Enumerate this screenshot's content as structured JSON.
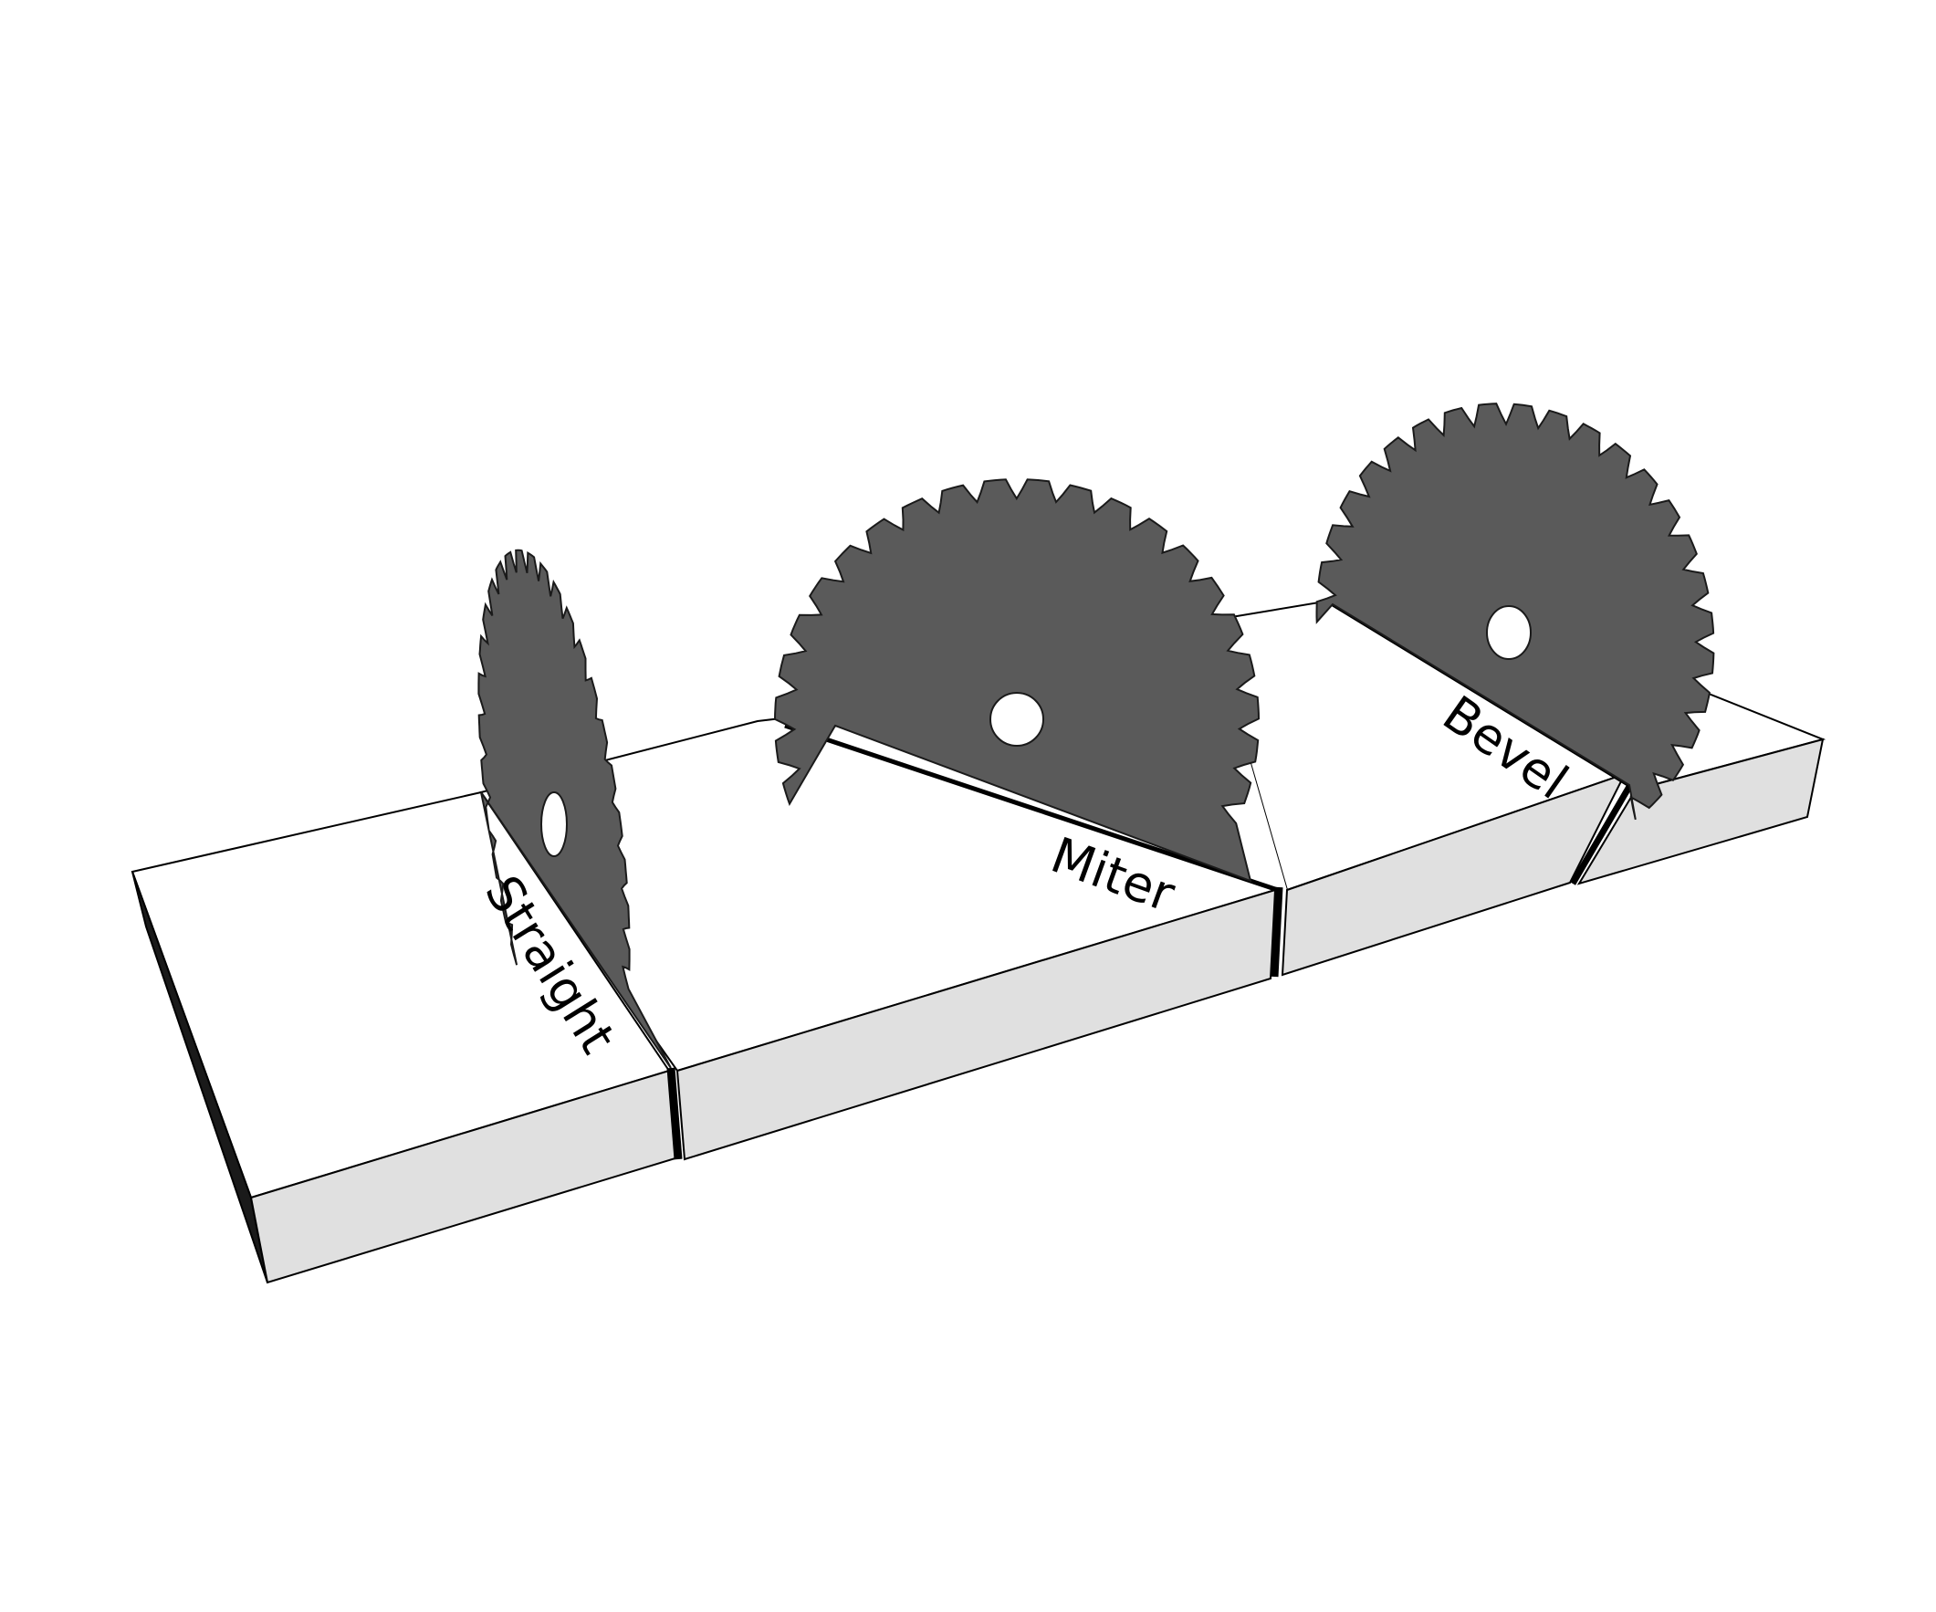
{
  "labels": {
    "straight": "Straight",
    "miter": "Miter",
    "bevel": "Bevel"
  },
  "colors": {
    "board_top": "#ffffff",
    "board_front": "#e0e0e0",
    "board_edge": "#000000",
    "blade": "#5a5a5a",
    "blade_outline": "#1a1a1a",
    "kerf": "#000000"
  },
  "blades": {
    "tooth_count": 36
  },
  "icons": [
    "saw-blade-icon"
  ]
}
